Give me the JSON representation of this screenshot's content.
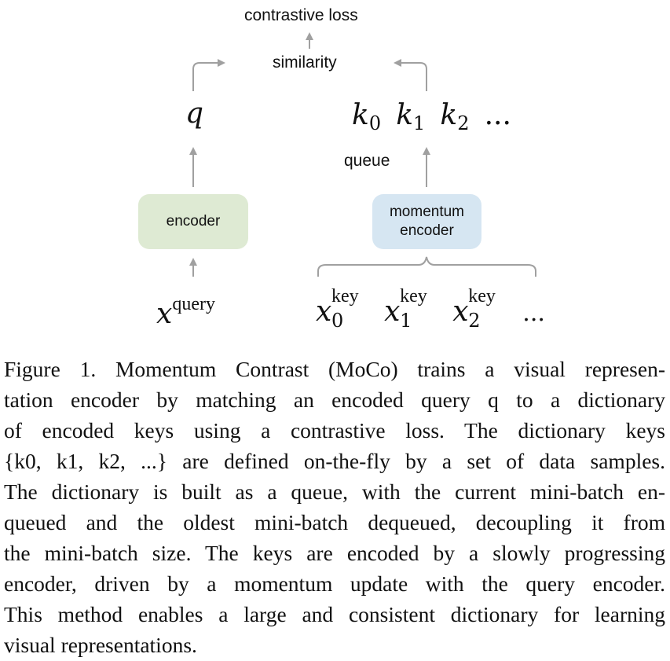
{
  "diagram": {
    "top_label": "contrastive loss",
    "similarity_label": "similarity",
    "query_symbol": "q",
    "keys": [
      {
        "base": "k",
        "sub": "0"
      },
      {
        "base": "k",
        "sub": "1"
      },
      {
        "base": "k",
        "sub": "2"
      }
    ],
    "keys_ellipsis": "...",
    "queue_label": "queue",
    "encoder_label": "encoder",
    "momentum_encoder_label_line1": "momentum",
    "momentum_encoder_label_line2": "encoder",
    "x_query": {
      "base": "x",
      "sup": "query"
    },
    "x_keys": [
      {
        "base": "x",
        "sup": "key",
        "sub": "0"
      },
      {
        "base": "x",
        "sup": "key",
        "sub": "1"
      },
      {
        "base": "x",
        "sup": "key",
        "sub": "2"
      }
    ],
    "x_keys_ellipsis": "...",
    "colors": {
      "encoder_fill": "#deead3",
      "momentum_encoder_fill": "#d6e6f2",
      "arrow": "#a0a0a0"
    }
  },
  "caption": {
    "lines": [
      "Figure 1. Momentum Contrast (MoCo) trains a visual represen-",
      "tation encoder by matching an encoded query q to a dictionary",
      "of encoded keys using a contrastive loss.  The dictionary keys",
      "{k0, k1, k2, ...} are defined on-the-fly by a set of data samples.",
      "The dictionary is built as a queue, with the current mini-batch en-",
      "queued and the oldest mini-batch dequeued, decoupling it from",
      "the mini-batch size. The keys are encoded by a slowly progressing",
      "encoder, driven by a momentum update with the query encoder.",
      "This method enables a large and consistent dictionary for learning",
      "visual representations."
    ]
  }
}
